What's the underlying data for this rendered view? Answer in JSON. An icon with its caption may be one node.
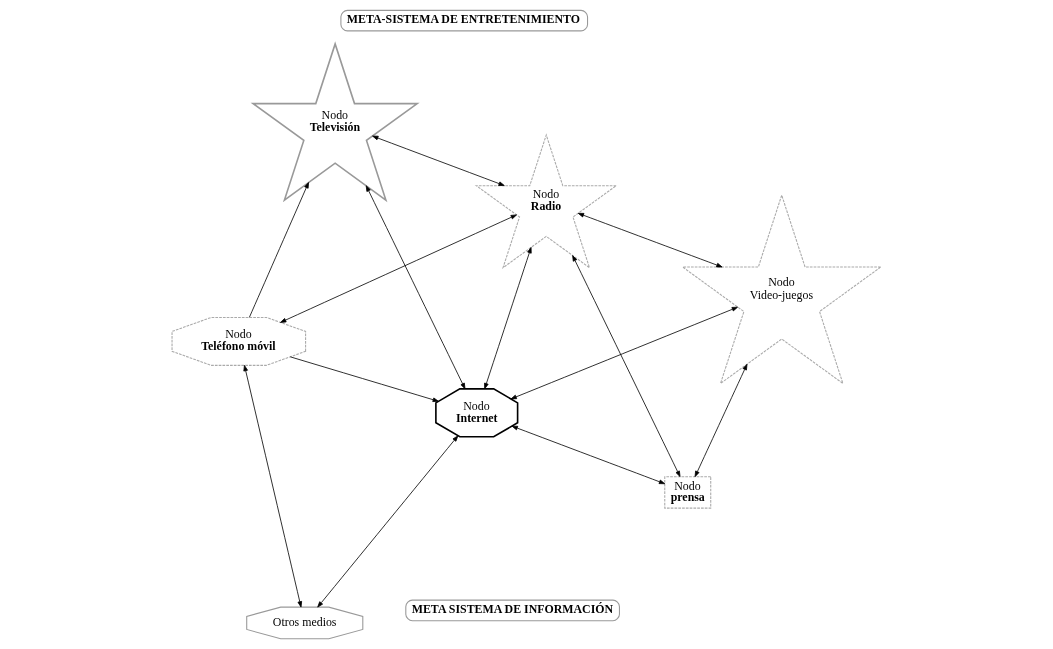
{
  "diagram": {
    "nodes": [
      {
        "text": [
          "META-SISTEMA DE ENTRETENIMIENTO"
        ]
      },
      {
        "text": [
          "Nodo",
          "Televisión"
        ]
      },
      {
        "text": [
          "Nodo",
          "Radio"
        ]
      },
      {
        "text": [
          "Nodo",
          "Teléfono móvil"
        ]
      },
      {
        "text": [
          "Nodo Video-juegos"
        ]
      },
      {
        "text": [
          "Nodo",
          "Internet"
        ]
      },
      {
        "text": [
          "Otros medios"
        ]
      },
      {
        "text": [
          "Nodo",
          "prensa"
        ]
      },
      {
        "text": [
          "META SISTEMA DE INFORMACIÓN"
        ]
      }
    ],
    "edges": [
      {
        "from": 2,
        "to": 1,
        "arrow": "both"
      },
      {
        "from": 2,
        "to": 3,
        "arrow": "both"
      },
      {
        "from": 2,
        "to": 5,
        "arrow": "both"
      },
      {
        "from": 2,
        "to": 4,
        "arrow": "both"
      },
      {
        "from": 2,
        "to": 7,
        "arrow": "both"
      },
      {
        "from": 1,
        "to": 5,
        "arrow": "both"
      },
      {
        "from": 3,
        "to": 1,
        "arrow": "to"
      },
      {
        "from": 3,
        "to": 5,
        "arrow": "to"
      },
      {
        "from": 3,
        "to": 6,
        "arrow": "both"
      },
      {
        "from": 5,
        "to": 6,
        "arrow": "both"
      },
      {
        "from": 5,
        "to": 4,
        "arrow": "both"
      },
      {
        "from": 5,
        "to": 7,
        "arrow": "both"
      },
      {
        "from": 4,
        "to": 7,
        "arrow": "both"
      }
    ]
  }
}
